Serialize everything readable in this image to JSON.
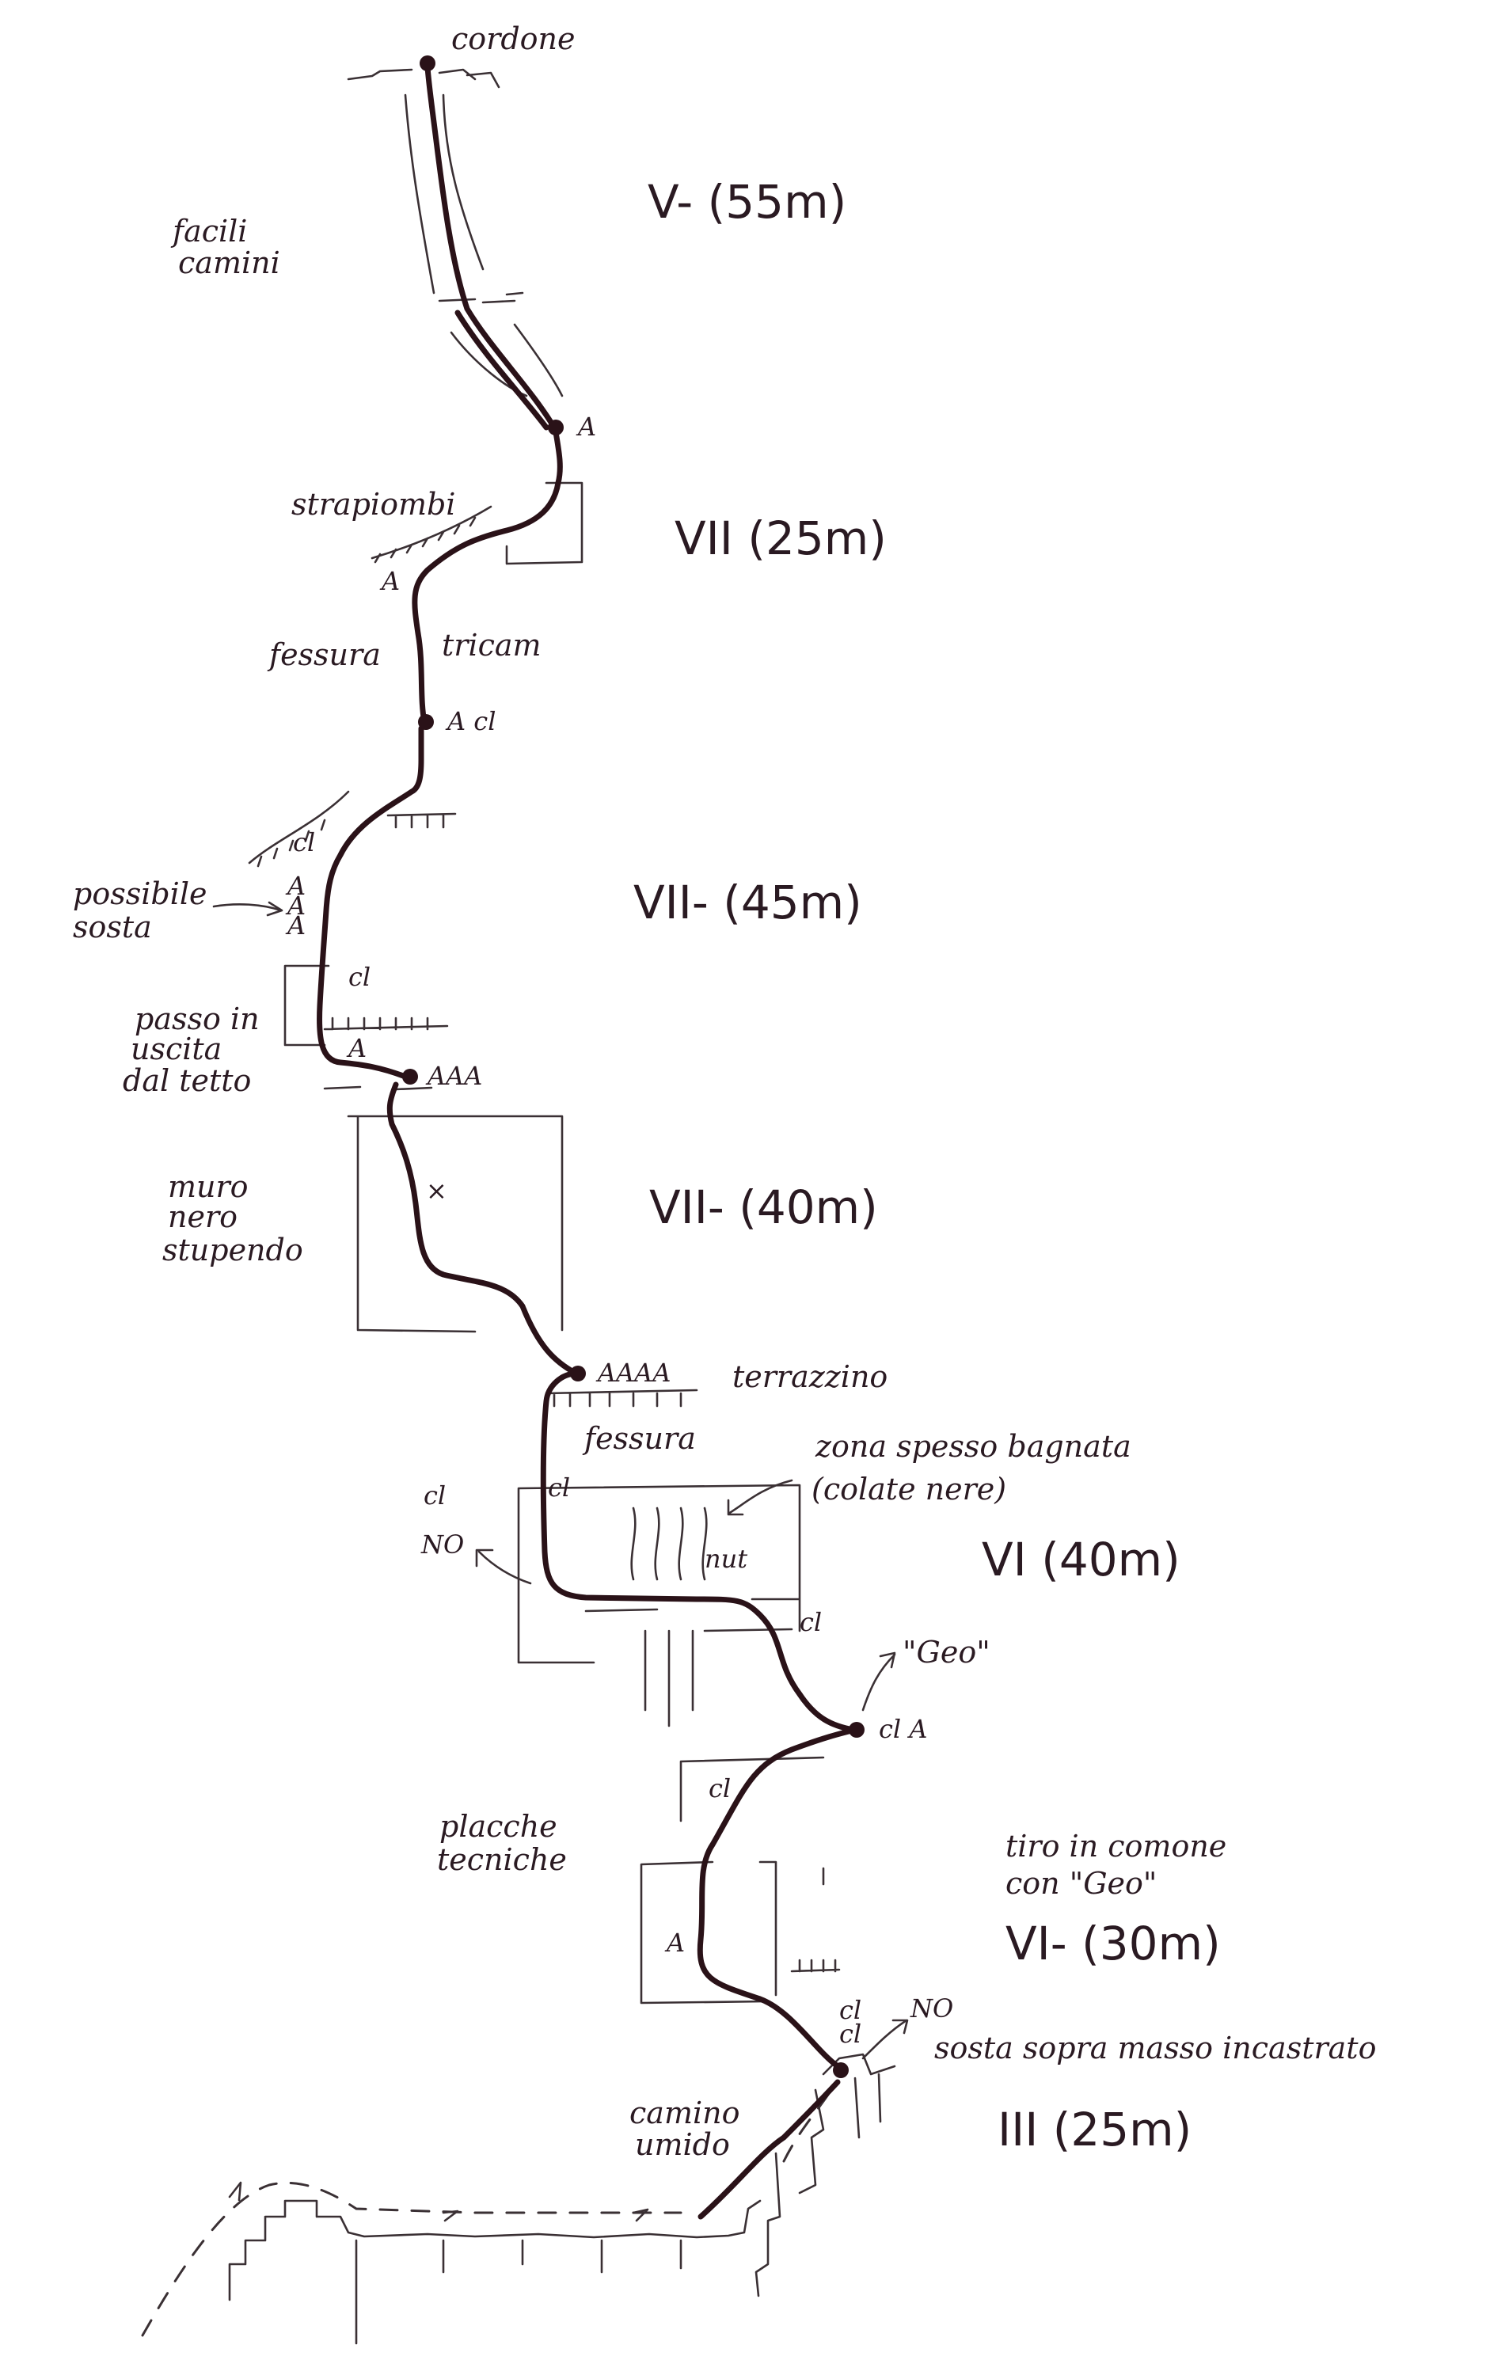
{
  "labels": {
    "cordone": "cordone",
    "facili_camini": [
      "facili",
      "camini"
    ],
    "strapiombi": "strapiombi",
    "fessura_1": "fessura",
    "tricam": "tricam",
    "possibile_sosta": [
      "possibile",
      "sosta"
    ],
    "passo_uscita": [
      "passo in",
      "uscita",
      "dal tetto"
    ],
    "muro_nero": [
      "muro",
      "nero",
      "stupendo"
    ],
    "terrazzino": "terrazzino",
    "fessura_2": "fessura",
    "zona_bagnata": [
      "zona spesso bagnata",
      "(colate nere)"
    ],
    "geo_arrow": "\"Geo\"",
    "placche": [
      "placche",
      "tecniche"
    ],
    "tiro_comune": [
      "tiro in comone",
      "con \"Geo\""
    ],
    "sosta_masso": "sosta sopra masso incastrato",
    "camino_umido": [
      "camino",
      "umido"
    ]
  },
  "grades": {
    "p1": "V- (55m)",
    "p2": "VII (25m)",
    "p3": "VII- (45m)",
    "p4": "VII- (40m)",
    "p5": "VI (40m)",
    "p6": "VI- (30m)",
    "p7": "III (25m)"
  },
  "belay_marks": {
    "b_a1": "A",
    "b_acl": "A cl",
    "b_aaa": "AAA",
    "b_aaaa": "AAAA",
    "b_cla": "cl A"
  },
  "gear_marks": {
    "a_strap": "A",
    "cl_1": "cl",
    "a_stack": [
      "A",
      "A",
      "A"
    ],
    "cl_2": "cl",
    "a_tetto": "A",
    "x_muro": "×",
    "cl_3": "cl",
    "cl_4": "cl",
    "no_1": "NO",
    "nut": "nut",
    "cl_5": "cl",
    "cl_6": "cl",
    "a_placca": "A",
    "cl_7": "cl",
    "cl_8": "cl",
    "no_2": "NO"
  },
  "colors": {
    "ink": "#2a1218",
    "pencil": "#3a3034",
    "paper": "#ffffff"
  }
}
